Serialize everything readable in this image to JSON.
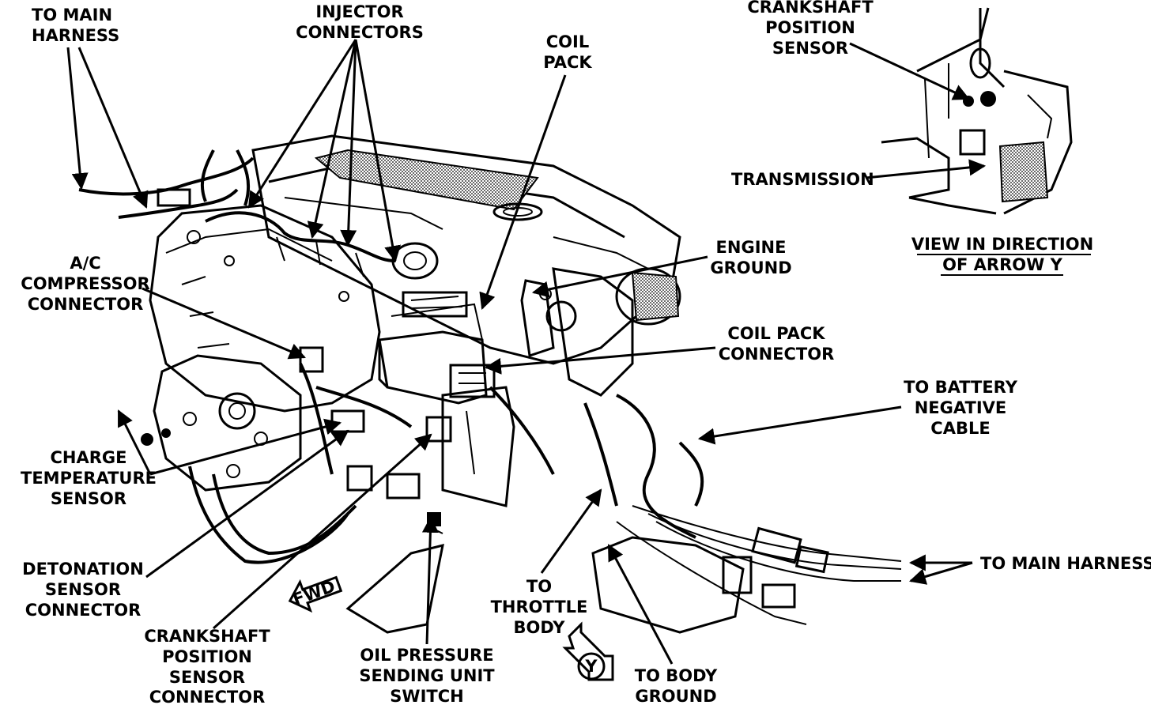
{
  "labels": {
    "to_main_harness_top": [
      "TO MAIN",
      "HARNESS"
    ],
    "injector_connectors": [
      "INJECTOR",
      "CONNECTORS"
    ],
    "coil_pack": [
      "COIL",
      "PACK"
    ],
    "crankshaft_position_sensor_inset": [
      "CRANKSHAFT",
      "POSITION",
      "SENSOR"
    ],
    "transmission": "TRANSMISSION",
    "view_in_direction": [
      "VIEW IN DIRECTION",
      "OF ARROW Y"
    ],
    "engine_ground": [
      "ENGINE",
      "GROUND"
    ],
    "ac_compressor_connector": [
      "A/C",
      "COMPRESSOR",
      "CONNECTOR"
    ],
    "coil_pack_connector": [
      "COIL PACK",
      "CONNECTOR"
    ],
    "to_battery_negative_cable": [
      "TO BATTERY",
      "NEGATIVE",
      "CABLE"
    ],
    "charge_temperature_sensor": [
      "CHARGE",
      "TEMPERATURE",
      "SENSOR"
    ],
    "to_main_harness_right": "TO MAIN HARNESS",
    "detonation_sensor_connector": [
      "DETONATION",
      "SENSOR",
      "CONNECTOR"
    ],
    "crankshaft_position_sensor_connector": [
      "CRANKSHAFT",
      "POSITION",
      "SENSOR",
      "CONNECTOR"
    ],
    "oil_pressure_sending_unit_switch": [
      "OIL PRESSURE",
      "SENDING UNIT",
      "SWITCH"
    ],
    "to_throttle_body": [
      "TO",
      "THROTTLE",
      "BODY"
    ],
    "to_body_ground": [
      "TO BODY",
      "GROUND"
    ],
    "fwd": "FWD",
    "arrow_y": "Y"
  }
}
